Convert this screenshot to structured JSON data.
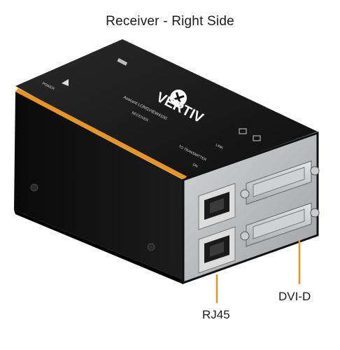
{
  "caption": "Receiver - Right Side",
  "device": {
    "brand": "VERTIV",
    "model": "Avocent LONGVIEW4100",
    "role": "RECEIVER",
    "port_labels": {
      "power": "POWER",
      "link": "LINK",
      "to_transmitter": "TO TRANSMITTER",
      "on": "ON"
    }
  },
  "callouts": {
    "rj45": "RJ45",
    "dvi": "DVI-D"
  },
  "colors": {
    "accent": "#e8941e",
    "body": "#151515",
    "faceplate": "#b9bcc0"
  }
}
